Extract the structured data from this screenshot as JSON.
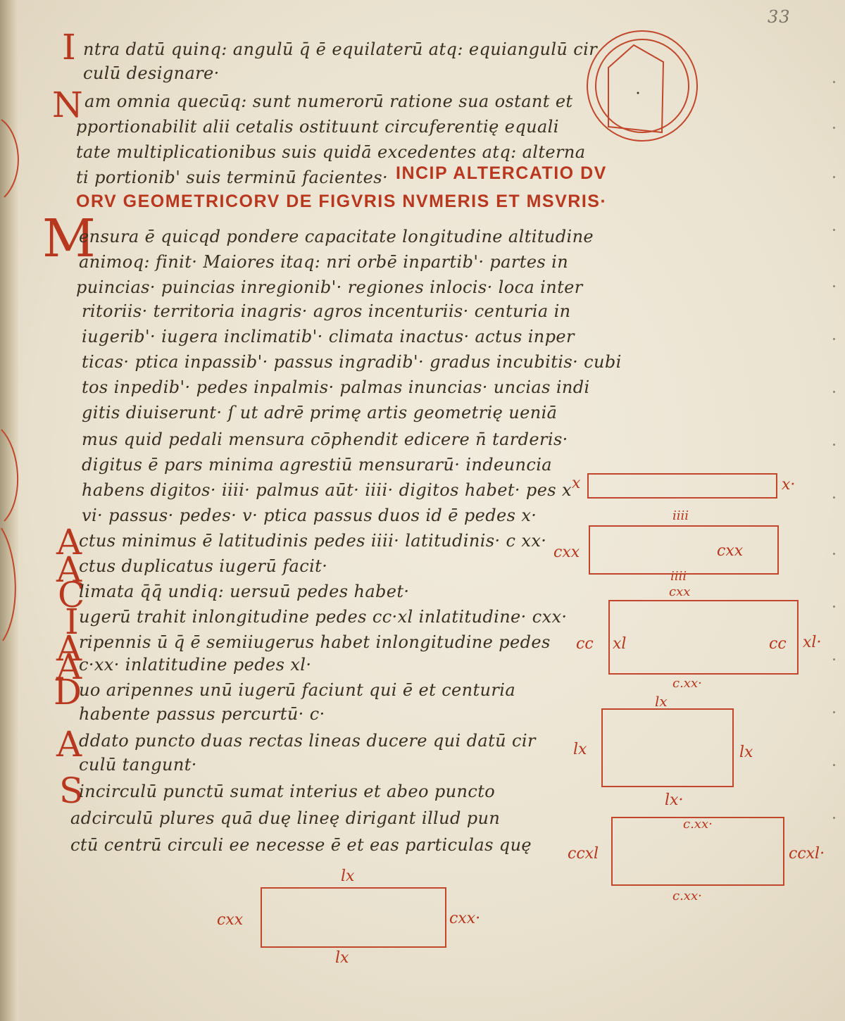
{
  "folio": "33",
  "text_lines": [
    "ntra datū quinq: angulū q̄ ē equilaterū atq: equiangulū cir",
    "culū designare·",
    "am omnia quecūq: sunt numerorū ratione sua ostant et",
    "pportionabilit alii cetalis ostituunt circuferentię equali",
    "tate multiplicationibus suis quidā excedentes atq: alterna",
    "ti portionib' suis terminū facientes·",
    "ensura ē quicqd pondere capacitate longitudine altitudine",
    "animoq: finit·  Maiores itaq: nri orbē inpartib'· partes in",
    "puincias· puincias inregionib'· regiones inlocis· loca inter",
    "ritoriis· territoria inagris· agros incenturiis· centuria in",
    "iugerib'· iugera inclimatib'· climata inactus· actus inper",
    "ticas· ptica inpassib'· passus ingradib'· gradus incubitis· cubi",
    "tos inpedib'· pedes inpalmis· palmas inuncias· uncias indi",
    "gitis diuiserunt· ſ ut adrē primę artis geometrię ueniā",
    "mus quid pedali mensura cōphendit edicere n̄ tarderis·",
    "digitus ē pars minima agrestiū mensurarū· indeuncia",
    "habens digitos· iiii· palmus aūt· iiii· digitos habet· pes x",
    "vi· passus· pedes· v· ptica passus duos id ē pedes x·",
    "ctus minimus ē latitudinis pedes iiii· latitudinis· c xx·",
    "ctus duplicatus iugerū facit·",
    "limata q̄q̄ undiq: uersuū pedes habet·",
    "ugerū trahit inlongitudine pedes cc·xl inlatitudine· cxx·",
    "ripennis ū q̄ ē semiiugerus habet inlongitudine pedes",
    "c·xx· inlatitudine pedes xl·",
    "uo aripennes unū iugerū faciunt qui ē et centuria",
    "habente passus percurtū· c·",
    "ddato puncto duas rectas lineas ducere qui datū cir",
    "culū tangunt·",
    "incirculū punctū sumat interius et abeo puncto",
    "adcirculū plures quā duę lineę dirigant illud pun",
    "ctū centrū circuli ee necesse ē et eas particulas quę"
  ],
  "rubric": {
    "line1": "INCIP ALTERCATIO DV",
    "line2": "ORV GEOMETRICORV DE FIGVRIS NVMERIS ET MSVRIS·"
  },
  "initials": {
    "i1": "I",
    "n": "N",
    "m": "M",
    "a1": "A",
    "a2": "A",
    "c": "C",
    "i2": "I",
    "a3": "A",
    "a4": "A",
    "d": "D",
    "a5": "A",
    "s": "S"
  },
  "diagram_labels": {
    "r1_left": "x",
    "r1_right": "x·",
    "r2_top": "iiii",
    "r2_left": "cxx",
    "r2_inner": "cxx",
    "r2_bottom": "iiii",
    "r3_top": "cxx",
    "r3_left": "cc",
    "r3_inner_left": "xl",
    "r3_inner_right": "cc",
    "r3_right": "xl·",
    "r3_bottom": "c.xx·",
    "r4_top": "lx",
    "r4_left": "lx",
    "r4_right": "lx",
    "r4_bottom": "lx·",
    "r5_top": "c.xx·",
    "r5_left": "ccxl",
    "r5_right": "ccxl·",
    "r5_bottom": "c.xx·",
    "r6_top": "lx",
    "r6_left": "cxx",
    "r6_right": "cxx·",
    "r6_bottom": "lx"
  },
  "colors": {
    "ink": "#3a2d22",
    "rubric_red": "#b8381f",
    "parchment": "#ede6d6"
  }
}
